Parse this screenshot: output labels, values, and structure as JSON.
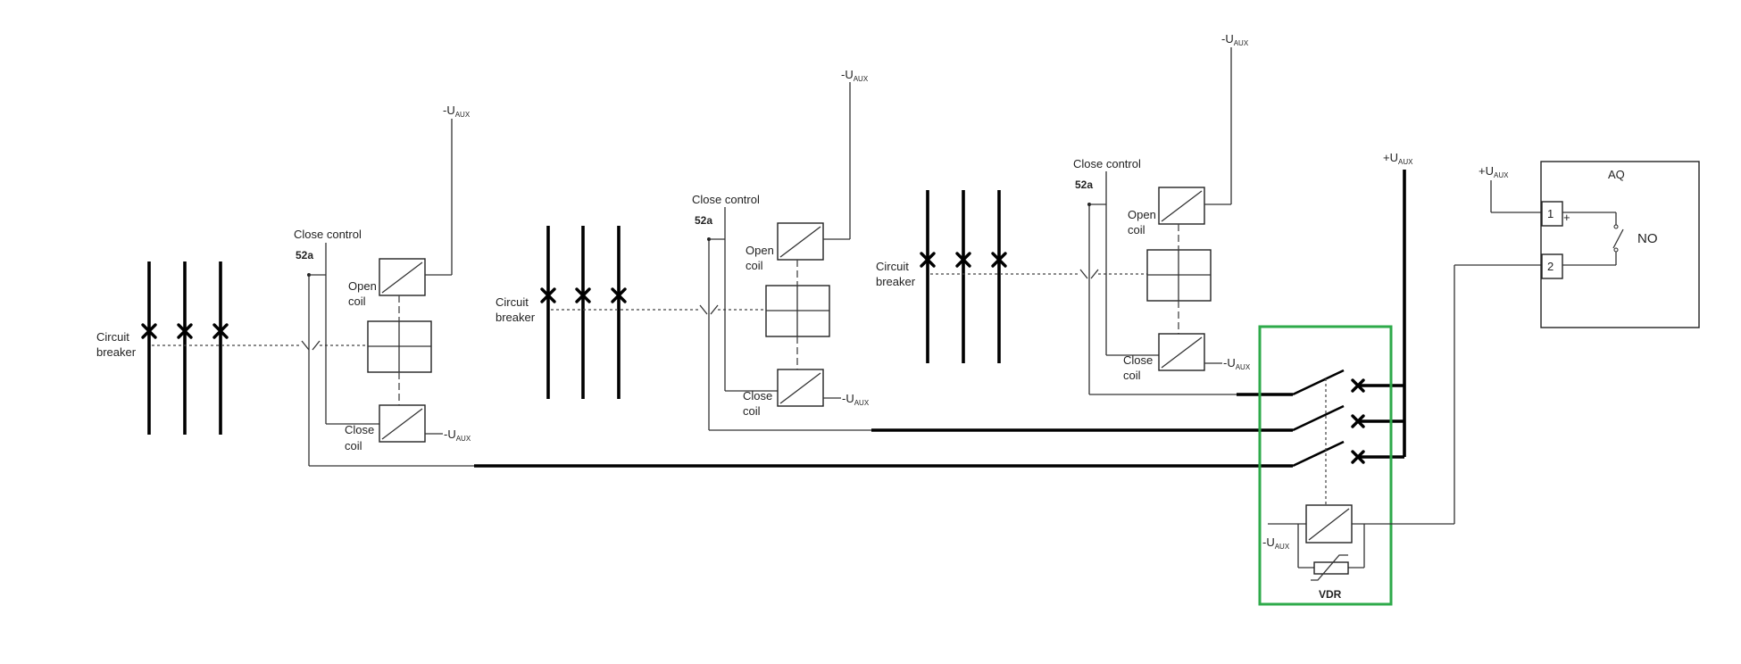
{
  "labels": {
    "circuit_breaker_line1": "Circuit",
    "circuit_breaker_line2": "breaker",
    "close_control": "Close control",
    "contact_52a": "52a",
    "open_coil_line1": "Open",
    "close_coil_line1": "Close",
    "coil_line2": "coil",
    "u_aux_minus_prefix": "-U",
    "u_aux_plus_prefix": "+U",
    "u_aux_subscript": "AUX",
    "vdr": "VDR",
    "aq_title": "AQ",
    "terminal_1": "1",
    "terminal_2": "2",
    "plus_sign": "+",
    "no_contact": "NO"
  },
  "colors": {
    "vdr_highlight": "#2eaa4a",
    "line": "#000000"
  }
}
